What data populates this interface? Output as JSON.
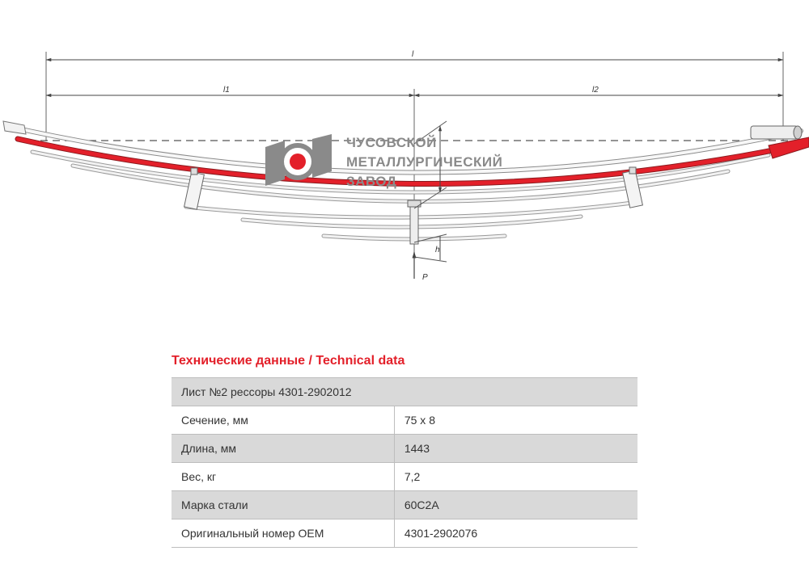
{
  "drawing": {
    "dimension_labels": {
      "total_length": "l",
      "left_length": "l1",
      "right_length": "l2",
      "load": "P",
      "height_label": "h"
    }
  },
  "logo": {
    "line1": "ЧУСОВСКОЙ",
    "line2": "МЕТАЛЛУРГИЧЕСКИЙ",
    "line3": "ЗАВОД",
    "brand_red": "#e3202a",
    "brand_gray": "#8a8a8a"
  },
  "technical": {
    "title": "Технические данные / Technical data",
    "header": "Лист №2 рессоры 4301-2902012",
    "rows": [
      {
        "label": "Сечение, мм",
        "value": "75 х 8"
      },
      {
        "label": "Длина, мм",
        "value": "1443"
      },
      {
        "label": "Вес, кг",
        "value": "7,2"
      },
      {
        "label": "Марка стали",
        "value": "60С2А"
      },
      {
        "label": "Оригинальный номер OEM",
        "value": "4301-2902076"
      }
    ]
  }
}
